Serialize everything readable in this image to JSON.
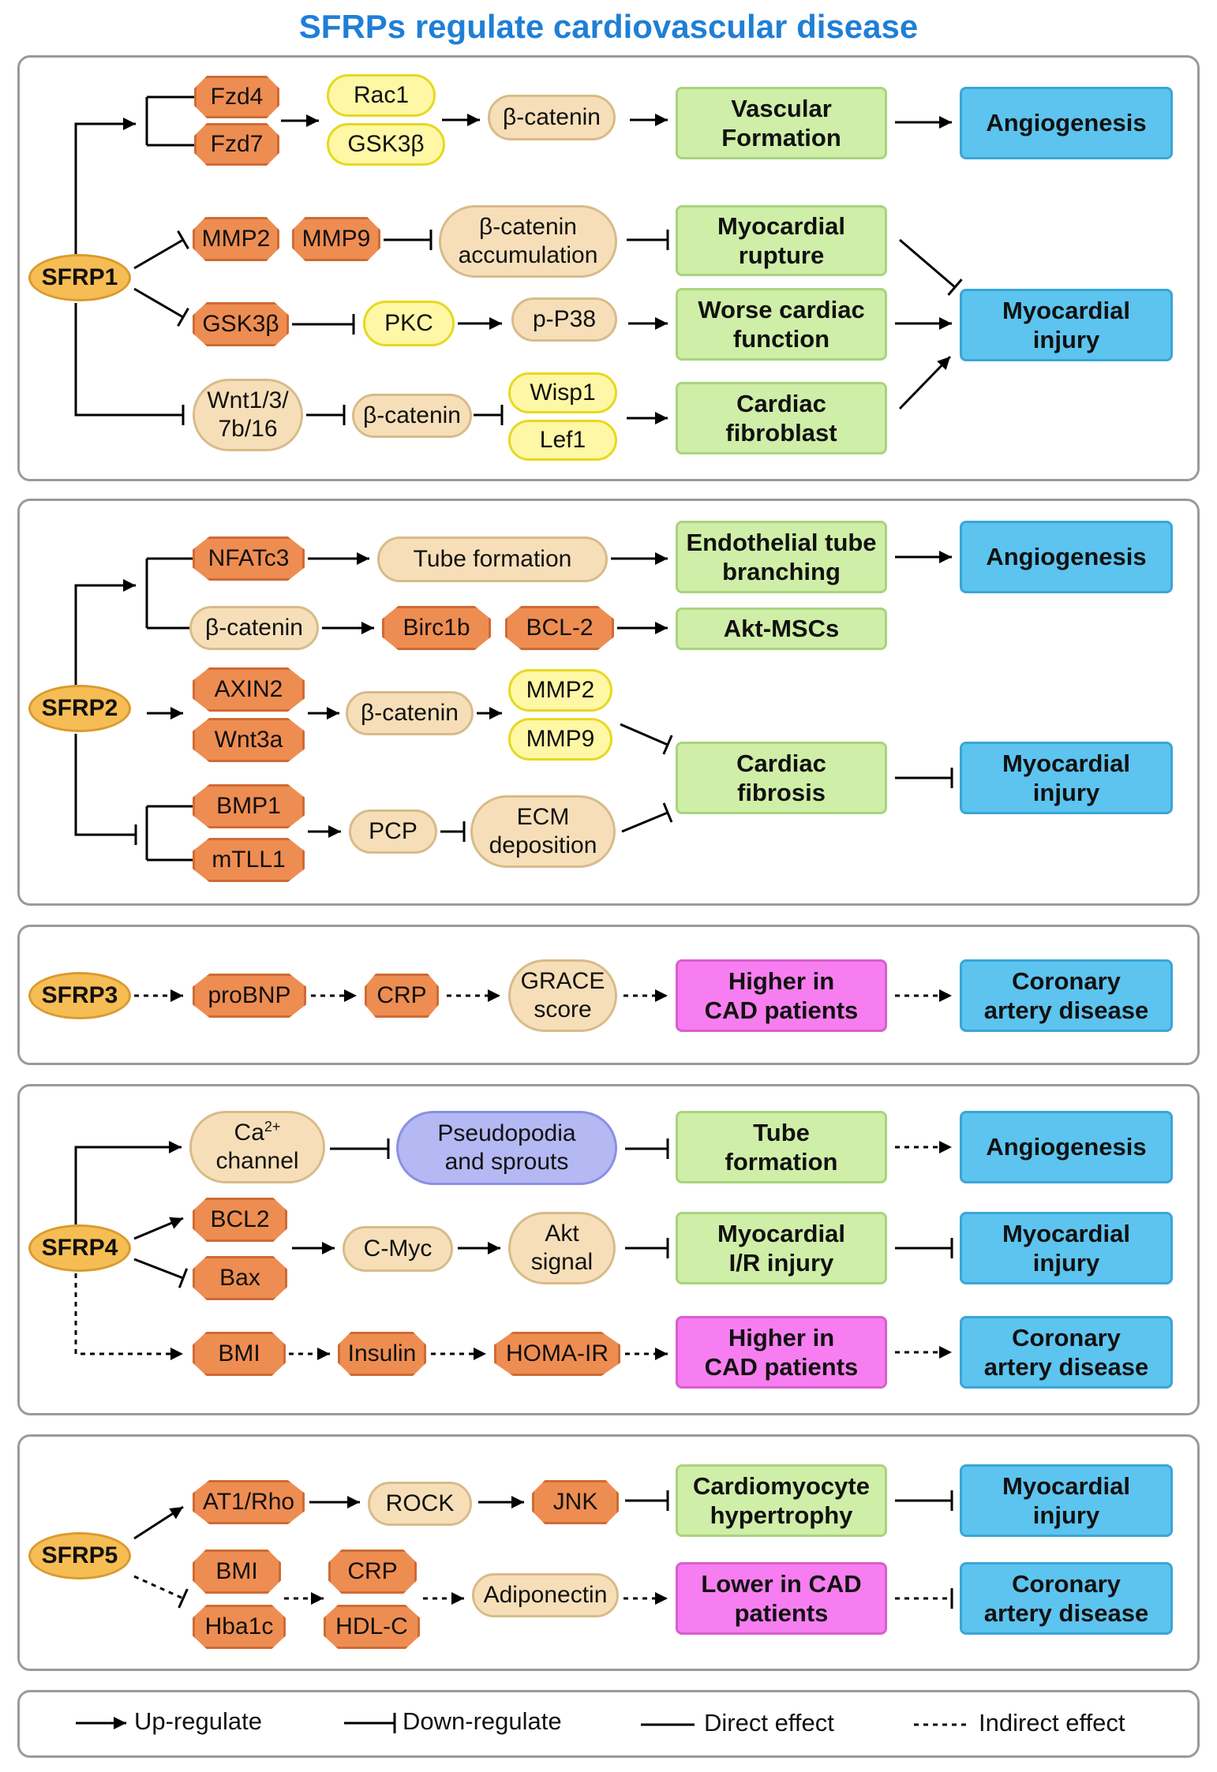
{
  "title": "SFRPs regulate cardiovascular disease",
  "sfrp1": {
    "sfrp": "SFRP1",
    "fzd4": "Fzd4",
    "fzd7": "Fzd7",
    "rac1": "Rac1",
    "gsk3b_a": "GSK3β",
    "bcatenin_a": "β-catenin",
    "vascular": "Vascular\nFormation",
    "angiogenesis": "Angiogenesis",
    "mmp2": "MMP2",
    "mmp9": "MMP9",
    "accumulation": "β-catenin\naccumulation",
    "rupture": "Myocardial\nrupture",
    "gsk3b_b": "GSK3β",
    "pkc": "PKC",
    "pp38": "p-P38",
    "worse": "Worse cardiac\nfunction",
    "injury": "Myocardial\ninjury",
    "wnt": "Wnt1/3/\n7b/16",
    "bcatenin_b": "β-catenin",
    "wisp1": "Wisp1",
    "lef1": "Lef1",
    "fibroblast": "Cardiac\nfibroblast"
  },
  "sfrp2": {
    "sfrp": "SFRP2",
    "nfatc3": "NFATc3",
    "tube": "Tube formation",
    "endothelial": "Endothelial tube\nbranching",
    "angiogenesis": "Angiogenesis",
    "bcatenin_a": "β-catenin",
    "birc1b": "Birc1b",
    "bcl2": "BCL-2",
    "akt": "Akt-MSCs",
    "axin2": "AXIN2",
    "wnt3a": "Wnt3a",
    "bcatenin_b": "β-catenin",
    "mmp2": "MMP2",
    "mmp9": "MMP9",
    "fibrosis": "Cardiac\nfibrosis",
    "injury": "Myocardial\ninjury",
    "bmp1": "BMP1",
    "mtll1": "mTLL1",
    "pcp": "PCP",
    "ecm": "ECM\ndeposition"
  },
  "sfrp3": {
    "sfrp": "SFRP3",
    "probnp": "proBNP",
    "crp": "CRP",
    "grace": "GRACE\nscore",
    "higher": "Higher in\nCAD patients",
    "cad": "Coronary\nartery disease"
  },
  "sfrp4": {
    "sfrp": "SFRP4",
    "ca_base": "Ca",
    "ca_sup": "2+",
    "ca_rest": "channel",
    "pseudo": "Pseudopodia\nand sprouts",
    "tube": "Tube\nformation",
    "angiogenesis": "Angiogenesis",
    "bcl2": "BCL2",
    "bax": "Bax",
    "cmyc": "C-Myc",
    "akt": "Akt\nsignal",
    "ir": "Myocardial\nI/R injury",
    "injury": "Myocardial\ninjury",
    "bmi": "BMI",
    "insulin": "Insulin",
    "homa": "HOMA-IR",
    "higher": "Higher in\nCAD patients",
    "cad": "Coronary\nartery disease"
  },
  "sfrp5": {
    "sfrp": "SFRP5",
    "at1": "AT1/Rho",
    "rock": "ROCK",
    "jnk": "JNK",
    "hypertrophy": "Cardiomyocyte\nhypertrophy",
    "injury": "Myocardial\ninjury",
    "bmi": "BMI",
    "hba1c": "Hba1c",
    "crp": "CRP",
    "hdl": "HDL-C",
    "adiponectin": "Adiponectin",
    "lower": "Lower in CAD\npatients",
    "cad": "Coronary\nartery disease"
  },
  "legend": {
    "up": "Up-regulate",
    "down": "Down-regulate",
    "direct": "Direct effect",
    "indirect": "Indirect effect"
  }
}
